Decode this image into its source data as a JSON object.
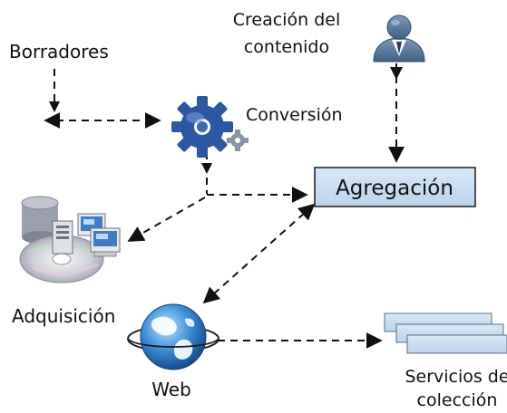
{
  "nodes": {
    "borradores": "Borradores",
    "creacion_line1": "Creación del",
    "creacion_line2": "contenido",
    "conversion": "Conversión",
    "agregacion": "Agregación",
    "adquisicion": "Adquisición",
    "web": "Web",
    "servicios_line1": "Servicios de",
    "servicios_line2": "colección"
  },
  "colors": {
    "box_fill": "#c9dff2",
    "box_stroke": "#1a1a1a",
    "gear": "#2b57a3",
    "arrow": "#111111"
  },
  "icons": [
    "gear-icon",
    "user-icon",
    "server-disc-icon",
    "globe-icon",
    "stacked-boxes-icon"
  ]
}
